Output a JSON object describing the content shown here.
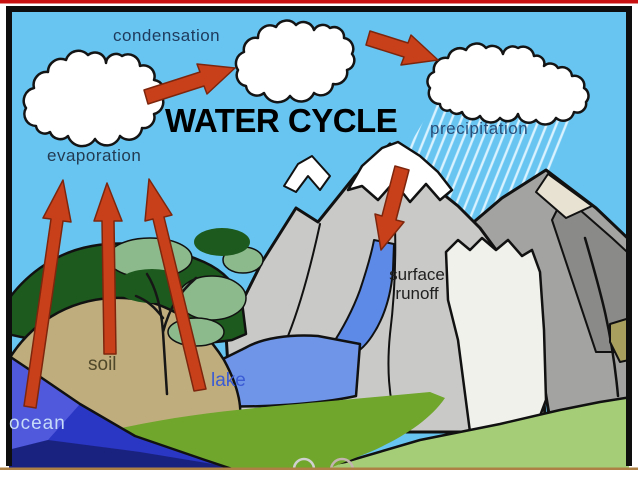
{
  "diagram": {
    "title": "WATER CYCLE",
    "labels": {
      "condensation": "condensation",
      "evaporation": "evaporation",
      "precipitation": "precipitation",
      "surface_runoff_line1": "surface",
      "surface_runoff_line2": "runoff",
      "soil": "soil",
      "lake": "lake",
      "ocean": "ocean"
    },
    "colors": {
      "sky": "#68c5f1",
      "cloud_white": "#ffffff",
      "arrow_red": "#c8401a",
      "rain_line": "#d8f2ff",
      "mountain_light": "#c9c9c7",
      "mountain_mid": "#a3a3a1",
      "mountain_dark": "#8a8a88",
      "snow_white": "#ffffff",
      "snow_face": "#f1f1eb",
      "beige_facet": "#e8e2d2",
      "olive_patch": "#a89f5e",
      "forest_green": "#1d5a1e",
      "canopy_sage": "#8cba8d",
      "soil_tan": "#bfad7d",
      "lake_blue": "#6e95e8",
      "stream_blue": "#5c8ae6",
      "ocean_deep": "#2a36c4",
      "ocean_light": "#5058dc",
      "ocean_dark_strip": "#1a2280",
      "grass_medium": "#6fa62b",
      "grass_light": "#a5cd77",
      "frame_red": "#c81010",
      "frame_tan": "#ad8046",
      "outline_black": "#111111"
    }
  }
}
